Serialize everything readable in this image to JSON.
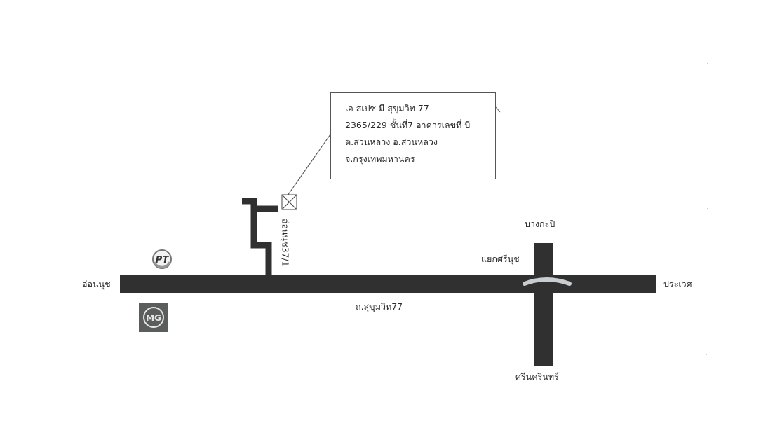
{
  "address_box": {
    "lines": [
      "เอ สเปซ มี สุขุมวิท 77",
      "2365/229 ชั้นที่7   อาคารเลขที่  บี",
      "ต.สวนหลวง   อ.สวนหลวง",
      "จ.กรุงเทพมหานคร"
    ]
  },
  "labels": {
    "west": "อ่อนนุช",
    "east": "ประเวศ",
    "north": "บางกะปิ",
    "south": "ศรีนครินทร์",
    "junction": "แยกศรีนุช",
    "main_road": "ถ.สุขุมวิท77",
    "soi": "อ่อนนุช37/1"
  },
  "logos": {
    "pt": "pt-station-logo",
    "mg": "mg-dealer-logo"
  },
  "colors": {
    "road": "#2f302f",
    "bridge": "#c9cdd2"
  }
}
